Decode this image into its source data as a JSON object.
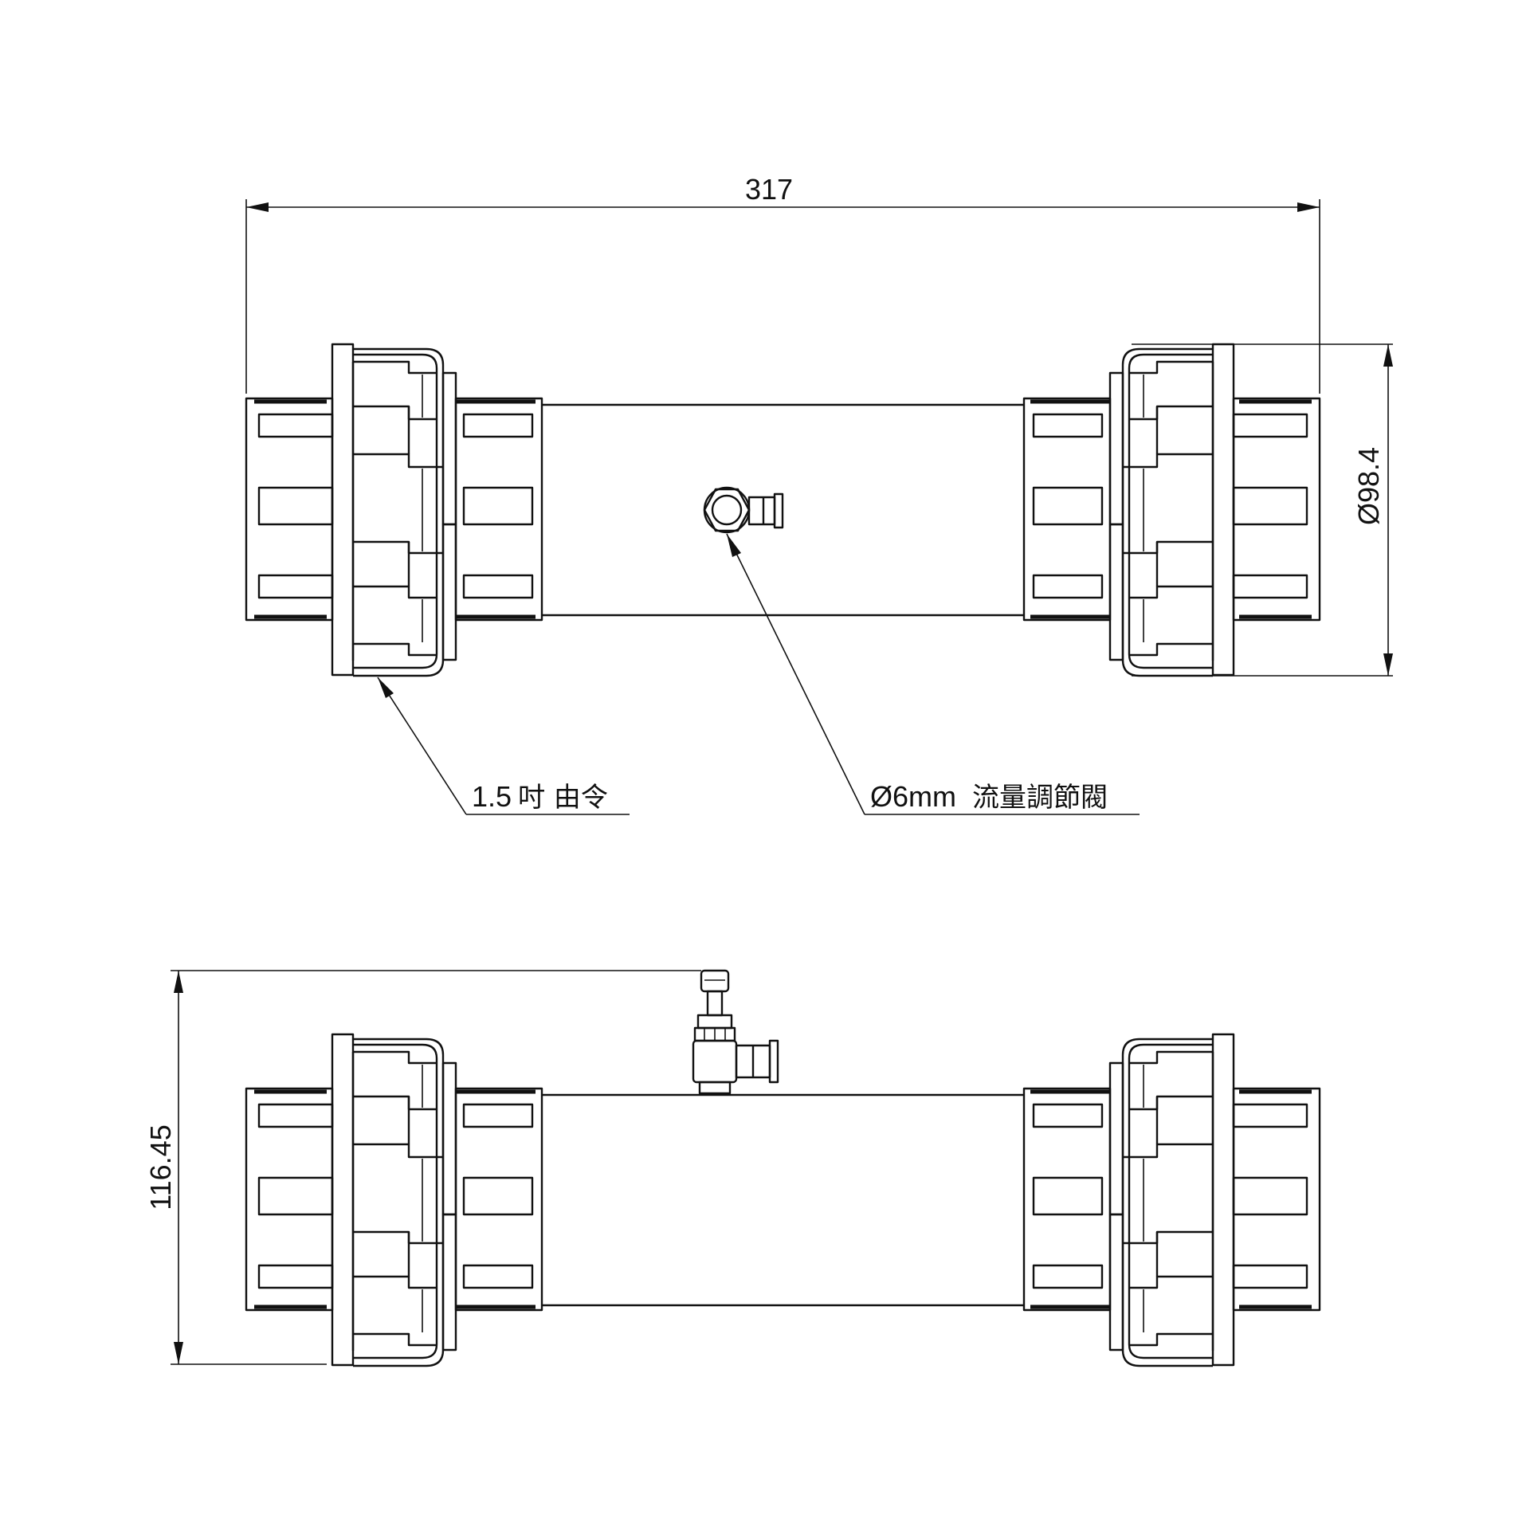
{
  "dimensions": {
    "overall_length": "317",
    "outer_diameter": "Ø98.4",
    "overall_height": "116.45"
  },
  "callouts": {
    "union": {
      "num": "1.5",
      "text": "吋 由令"
    },
    "valve": {
      "num": "Ø6mm",
      "text": "流量調節閥"
    }
  }
}
